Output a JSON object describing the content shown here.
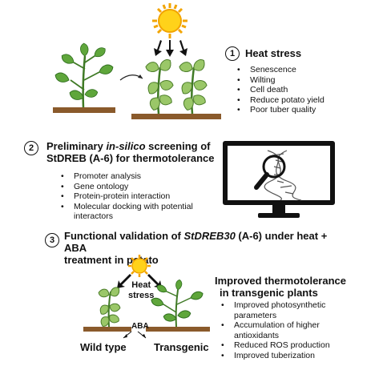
{
  "section1": {
    "number": "1",
    "title": "Heat stress",
    "items": [
      "Senescence",
      "Wilting",
      "Cell death",
      "Reduce potato yield",
      "Poor tuber quality"
    ]
  },
  "section2": {
    "number": "2",
    "title_line1_pre": "Preliminary ",
    "title_line1_em": "in-silico",
    "title_line1_post": " screening of",
    "title_line2": "StDREB (A-6) for thermotolerance",
    "items": [
      "Promoter analysis",
      "Gene ontology",
      "Protein-protein interaction",
      "Molecular docking with potential",
      "interactors"
    ]
  },
  "section3": {
    "number": "3",
    "title_line1_pre": "Functional validation of ",
    "title_line1_em": "StDREB30",
    "title_line1_post": " (A-6) under heat + ABA",
    "title_line2": "treatment in potato",
    "heat_label_1": "Heat",
    "heat_label_2": "stress",
    "aba_label": "ABA",
    "wild_type_label": "Wild type",
    "transgenic_label": "Transgenic",
    "result_title_1": "Improved thermotolerance",
    "result_title_2": "in transgenic plants",
    "result_items": [
      "Improved photosynthetic",
      "parameters",
      "Accumulation of higher",
      "antioxidants",
      "Reduced ROS production",
      "Improved tuberization"
    ]
  }
}
